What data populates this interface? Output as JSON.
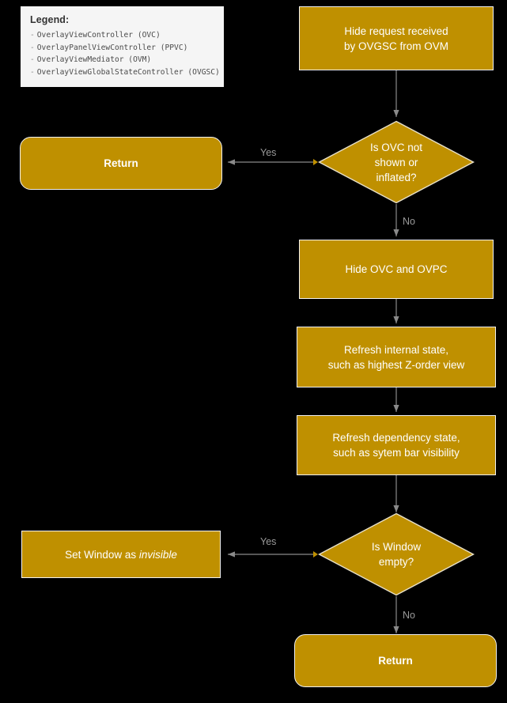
{
  "theme": {
    "background": "#000000",
    "node_fill": "#bf9000",
    "node_border": "#f2f2f2",
    "node_text": "#ffffff",
    "edge_color": "#8a8a8a",
    "edge_label_color": "#9a9a9a",
    "legend_background": "#f5f5f5",
    "legend_text": "#4a4a4a"
  },
  "legend": {
    "title": "Legend:",
    "items": [
      {
        "bullet": "-",
        "text": "OverlayViewController (OVC)"
      },
      {
        "bullet": "-",
        "text": "OverlayPanelViewController (PPVC)"
      },
      {
        "bullet": "-",
        "text": "OverlayViewMediator (OVM)"
      },
      {
        "bullet": "-",
        "text": "OverlayViewGlobalStateController (OVGSC)"
      }
    ]
  },
  "flowchart": {
    "nodes": [
      {
        "id": "start",
        "type": "process",
        "line1": "Hide request received",
        "line2": "by OVGSC from OVM"
      },
      {
        "id": "return_top",
        "type": "terminator",
        "label": "Return"
      },
      {
        "id": "decision_ovc",
        "type": "decision",
        "line1": "Is OVC not",
        "line2": "shown or",
        "line3": "inflated?"
      },
      {
        "id": "hide_ovc_ovpc",
        "type": "process",
        "line1": "Hide OVC and OVPC"
      },
      {
        "id": "refresh_internal",
        "type": "process",
        "line1": "Refresh internal state,",
        "line2": "such as highest Z-order view"
      },
      {
        "id": "refresh_dependency",
        "type": "process",
        "line1": "Refresh dependency state,",
        "line2": "such as sytem bar visibility"
      },
      {
        "id": "set_window_invisible",
        "type": "process",
        "prefix": "Set Window as ",
        "emphasis": "invisible"
      },
      {
        "id": "decision_window",
        "type": "decision",
        "line1": "Is Window",
        "line2": "empty?"
      },
      {
        "id": "return_bottom",
        "type": "terminator",
        "label": "Return"
      }
    ],
    "edge_labels": {
      "decision_ovc_yes": "Yes",
      "decision_ovc_no": "No",
      "decision_window_yes": "Yes",
      "decision_window_no": "No"
    }
  }
}
